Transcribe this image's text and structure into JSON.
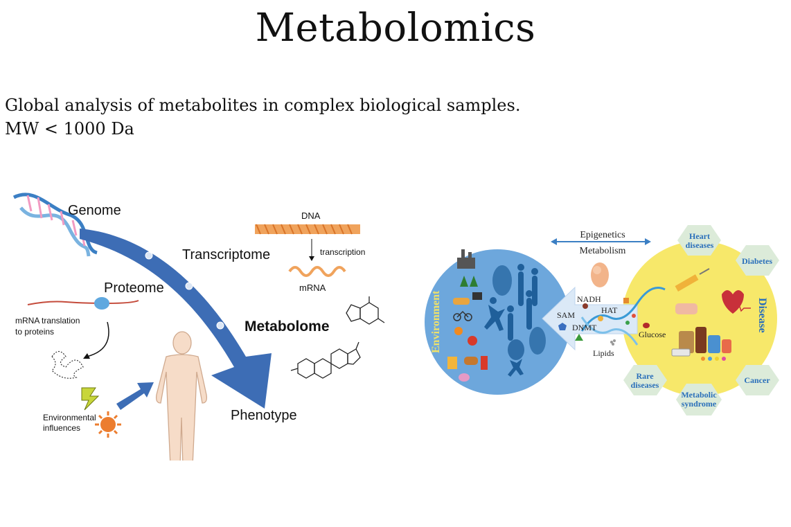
{
  "slide": {
    "title": "Metabolomics",
    "line1": "Global analysis of metabolites in complex biological samples.",
    "line2": "MW < 1000 Da"
  },
  "left_figure": {
    "genome": "Genome",
    "transcriptome": "Transcriptome",
    "proteome": "Proteome",
    "metabolome": "Metabolome",
    "phenotype": "Phenotype",
    "dna": "DNA",
    "transcription": "transcription",
    "mrna": "mRNA",
    "mrna_translation_1": "mRNA translation",
    "mrna_translation_2": "to proteins",
    "env_1": "Environmental",
    "env_2": "influences",
    "colors": {
      "arrow": "#3d6db5",
      "dna": "#e8893c",
      "body": "#f6dcc8"
    }
  },
  "right_figure": {
    "environment": "Environment",
    "disease": "Disease",
    "epigenetics": "Epigenetics",
    "metabolism": "Metabolism",
    "nadh": "NADH",
    "hat": "HAT",
    "sam": "SAM",
    "dnmt": "DNMT",
    "lipids": "Lipids",
    "glucose": "Glucose",
    "hex_heart_1": "Heart",
    "hex_heart_2": "diseases",
    "hex_diabetes": "Diabetes",
    "hex_rare_1": "Rare",
    "hex_rare_2": "diseases",
    "hex_cancer": "Cancer",
    "hex_metabolic_1": "Metabolic",
    "hex_metabolic_2": "syndrome",
    "colors": {
      "environment_circle": "#6da7dc",
      "disease_circle": "#f7e86a",
      "hexagon": "#dcebd9",
      "hex_text": "#2a6fba"
    }
  }
}
